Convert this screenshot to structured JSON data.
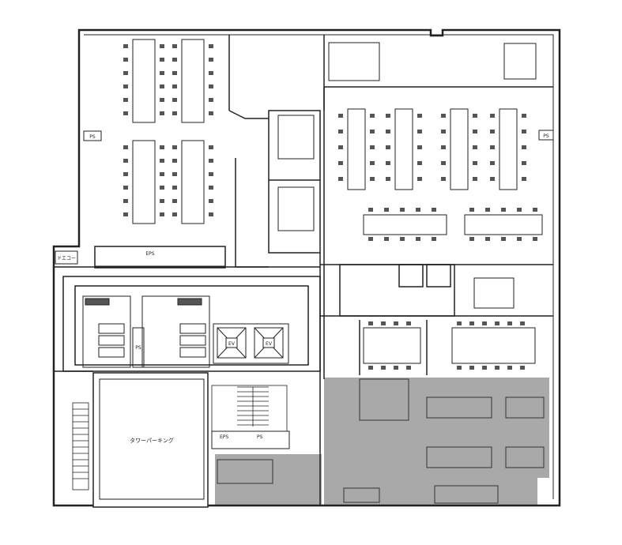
{
  "plan": {
    "labels": {
      "parking": "タワーパーキング",
      "eps_top": "EPS",
      "eps_bottom": "EPS",
      "ps_bottom": "PS",
      "ps_left": "PS",
      "ps_right": "PS",
      "ps_wc": "PS",
      "ev_left": "EV",
      "ev_right": "EV",
      "door_note": "ドエコー"
    },
    "colors": {
      "wall": "#222222",
      "furniture": "#555555",
      "shaded_zone": "#a9a9a9",
      "background": "#ffffff"
    }
  }
}
